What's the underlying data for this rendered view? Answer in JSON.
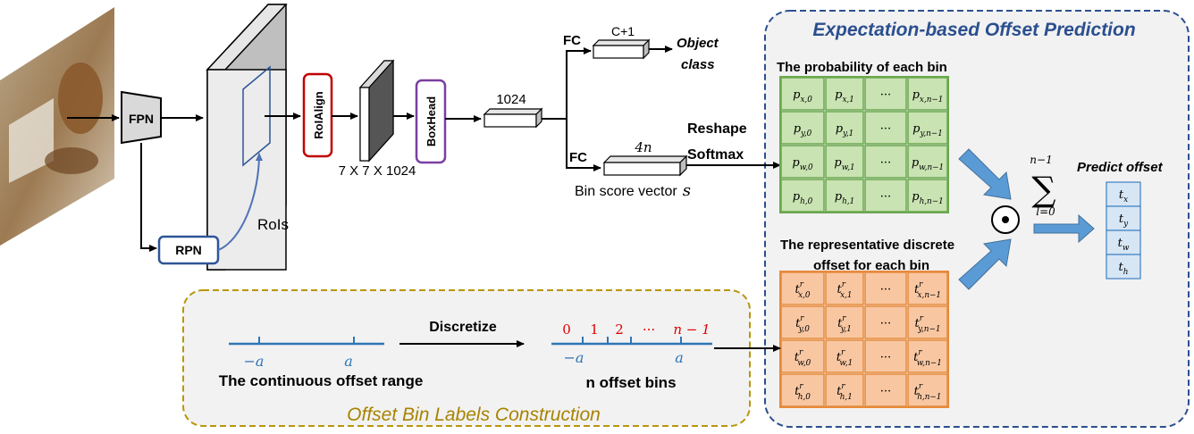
{
  "colors": {
    "expectation_box_border": "#2b4f8f",
    "expectation_box_fill": "#f2f2f2",
    "bin_labels_box_border": "#b8960c",
    "bin_labels_box_fill": "#f2f2f2",
    "prob_matrix_fill": "#c9e3b2",
    "prob_matrix_border": "#6aa84f",
    "offset_matrix_fill": "#f8c7a2",
    "offset_matrix_border": "#e68a3b",
    "predict_vector_fill": "#d6e6f5",
    "predict_vector_border": "#3d7fc1",
    "roialign_border": "#c00000",
    "boxhead_border": "#7a3fa0",
    "rpn_border": "#2e5597",
    "arrow_blue": "#4f8ac9",
    "axis_blue": "#2e75b6",
    "bin_index_red": "#e00000"
  },
  "pipeline": {
    "fpn": "FPN",
    "rpn": "RPN",
    "rois": "RoIs",
    "roialign": "RoIAlign",
    "roi_feature_size": "7 X 7 X 1024",
    "boxhead": "BoxHead",
    "feature_dim": "1024",
    "fc_top": "FC",
    "fc_bottom": "FC",
    "cls_dim": "C+1",
    "object_class_line1": "Object",
    "object_class_line2": "class",
    "bin_score_dim": "4n",
    "bin_score_vector": "Bin score vector",
    "bin_score_symbol": "s",
    "reshape": "Reshape",
    "softmax": "Softmax"
  },
  "expectation": {
    "title": "Expectation-based Offset Prediction",
    "prob_title": "The probability of each bin",
    "rep_title_line1": "The representative discrete",
    "rep_title_line2": "offset for each bin",
    "prob_matrix": [
      [
        "p_{x,0}",
        "p_{x,1}",
        "···",
        "p_{x,n−1}"
      ],
      [
        "p_{y,0}",
        "p_{y,1}",
        "···",
        "p_{y,n−1}"
      ],
      [
        "p_{w,0}",
        "p_{w,1}",
        "···",
        "p_{w,n−1}"
      ],
      [
        "p_{h,0}",
        "p_{h,1}",
        "···",
        "p_{h,n−1}"
      ]
    ],
    "offset_matrix": [
      [
        "t^r_{x,0}",
        "t^r_{x,1}",
        "···",
        "t^r_{x,n−1}"
      ],
      [
        "t^r_{y,0}",
        "t^r_{y,1}",
        "···",
        "t^r_{y,n−1}"
      ],
      [
        "t^r_{w,0}",
        "t^r_{w,1}",
        "···",
        "t^r_{w,n−1}"
      ],
      [
        "t^r_{h,0}",
        "t^r_{h,1}",
        "···",
        "t^r_{h,n−1}"
      ]
    ],
    "hadamard": "⊙",
    "sum_upper": "n−1",
    "sum_symbol": "∑",
    "sum_lower": "l=0",
    "predict_title": "Predict offset",
    "predict_vector": [
      "t_x",
      "t_y",
      "t_w",
      "t_h"
    ]
  },
  "bin_labels": {
    "title": "Offset Bin Labels Construction",
    "continuous_caption": "The continuous offset range",
    "neg_a": "−a",
    "pos_a": "a",
    "discretize": "Discretize",
    "bin_indices": [
      "0",
      "1",
      "2",
      "···",
      "n − 1"
    ],
    "bins_caption": "n offset bins"
  }
}
